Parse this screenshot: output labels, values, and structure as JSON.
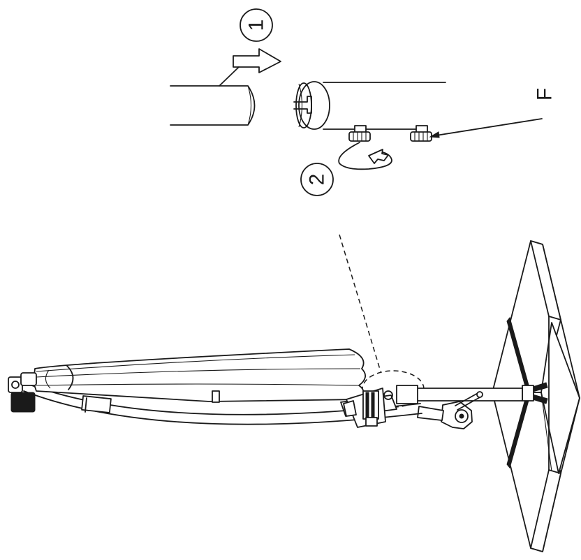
{
  "callouts": {
    "step_1": "1",
    "step_2": "2",
    "part_f": "F"
  }
}
